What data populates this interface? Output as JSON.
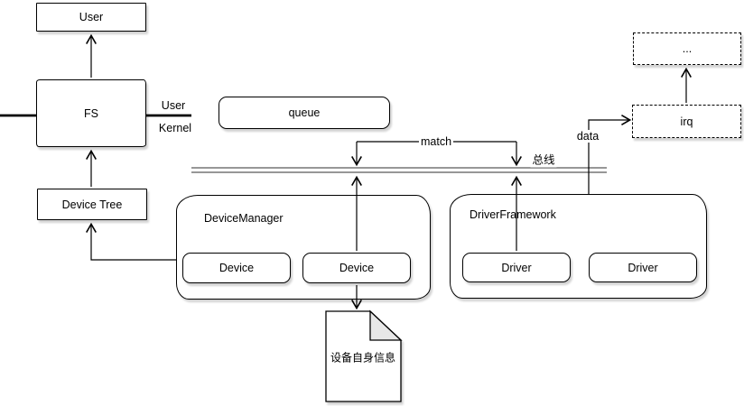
{
  "nodes": {
    "user": {
      "label": "User"
    },
    "fs": {
      "label": "FS"
    },
    "device_tree": {
      "label": "Device Tree"
    },
    "queue": {
      "label": "queue"
    },
    "device_manager": {
      "label": "DeviceManager"
    },
    "device_1": {
      "label": "Device"
    },
    "device_2": {
      "label": "Device"
    },
    "driver_framework": {
      "label": "DriverFramework"
    },
    "driver_1": {
      "label": "Driver"
    },
    "driver_2": {
      "label": "Driver"
    },
    "irq": {
      "label": "irq"
    },
    "more": {
      "label": "..."
    },
    "device_info_note": {
      "label": "设备自身信息"
    }
  },
  "labels": {
    "boundary_user": "User",
    "boundary_kernel": "Kernel",
    "match": "match",
    "bus": "总线",
    "data": "data"
  },
  "colors": {
    "stroke": "#000000",
    "fill": "#ffffff",
    "bus_line": "#757575",
    "note_fold": "#e8e8e8",
    "shadow": "#d6d6d6"
  }
}
